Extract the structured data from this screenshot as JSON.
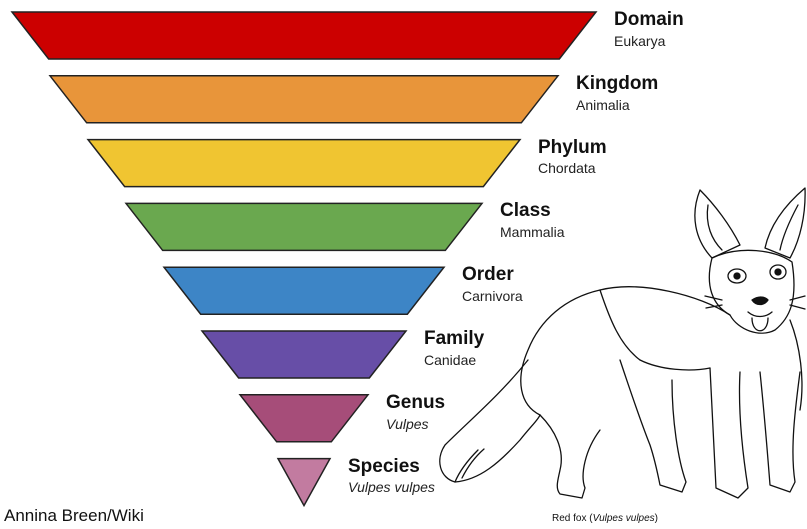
{
  "ranks": [
    {
      "name": "Domain",
      "value": "Eukarya",
      "italic": false,
      "color": "#cc0000"
    },
    {
      "name": "Kingdom",
      "value": "Animalia",
      "italic": false,
      "color": "#e8953a"
    },
    {
      "name": "Phylum",
      "value": "Chordata",
      "italic": false,
      "color": "#f0c531"
    },
    {
      "name": "Class",
      "value": "Mammalia",
      "italic": false,
      "color": "#6aa84f"
    },
    {
      "name": "Order",
      "value": "Carnivora",
      "italic": false,
      "color": "#3d85c6"
    },
    {
      "name": "Family",
      "value": "Canidae",
      "italic": false,
      "color": "#674ea7"
    },
    {
      "name": "Genus",
      "value": "Vulpes",
      "italic": true,
      "color": "#a64d79"
    },
    {
      "name": "Species",
      "value": "Vulpes vulpes",
      "italic": true,
      "color": "#c27ba0"
    }
  ],
  "credit": "Annina Breen/Wiki",
  "caption": {
    "prefix": "Red fox (",
    "italic": "Vulpes vulpes",
    "suffix": ")"
  }
}
